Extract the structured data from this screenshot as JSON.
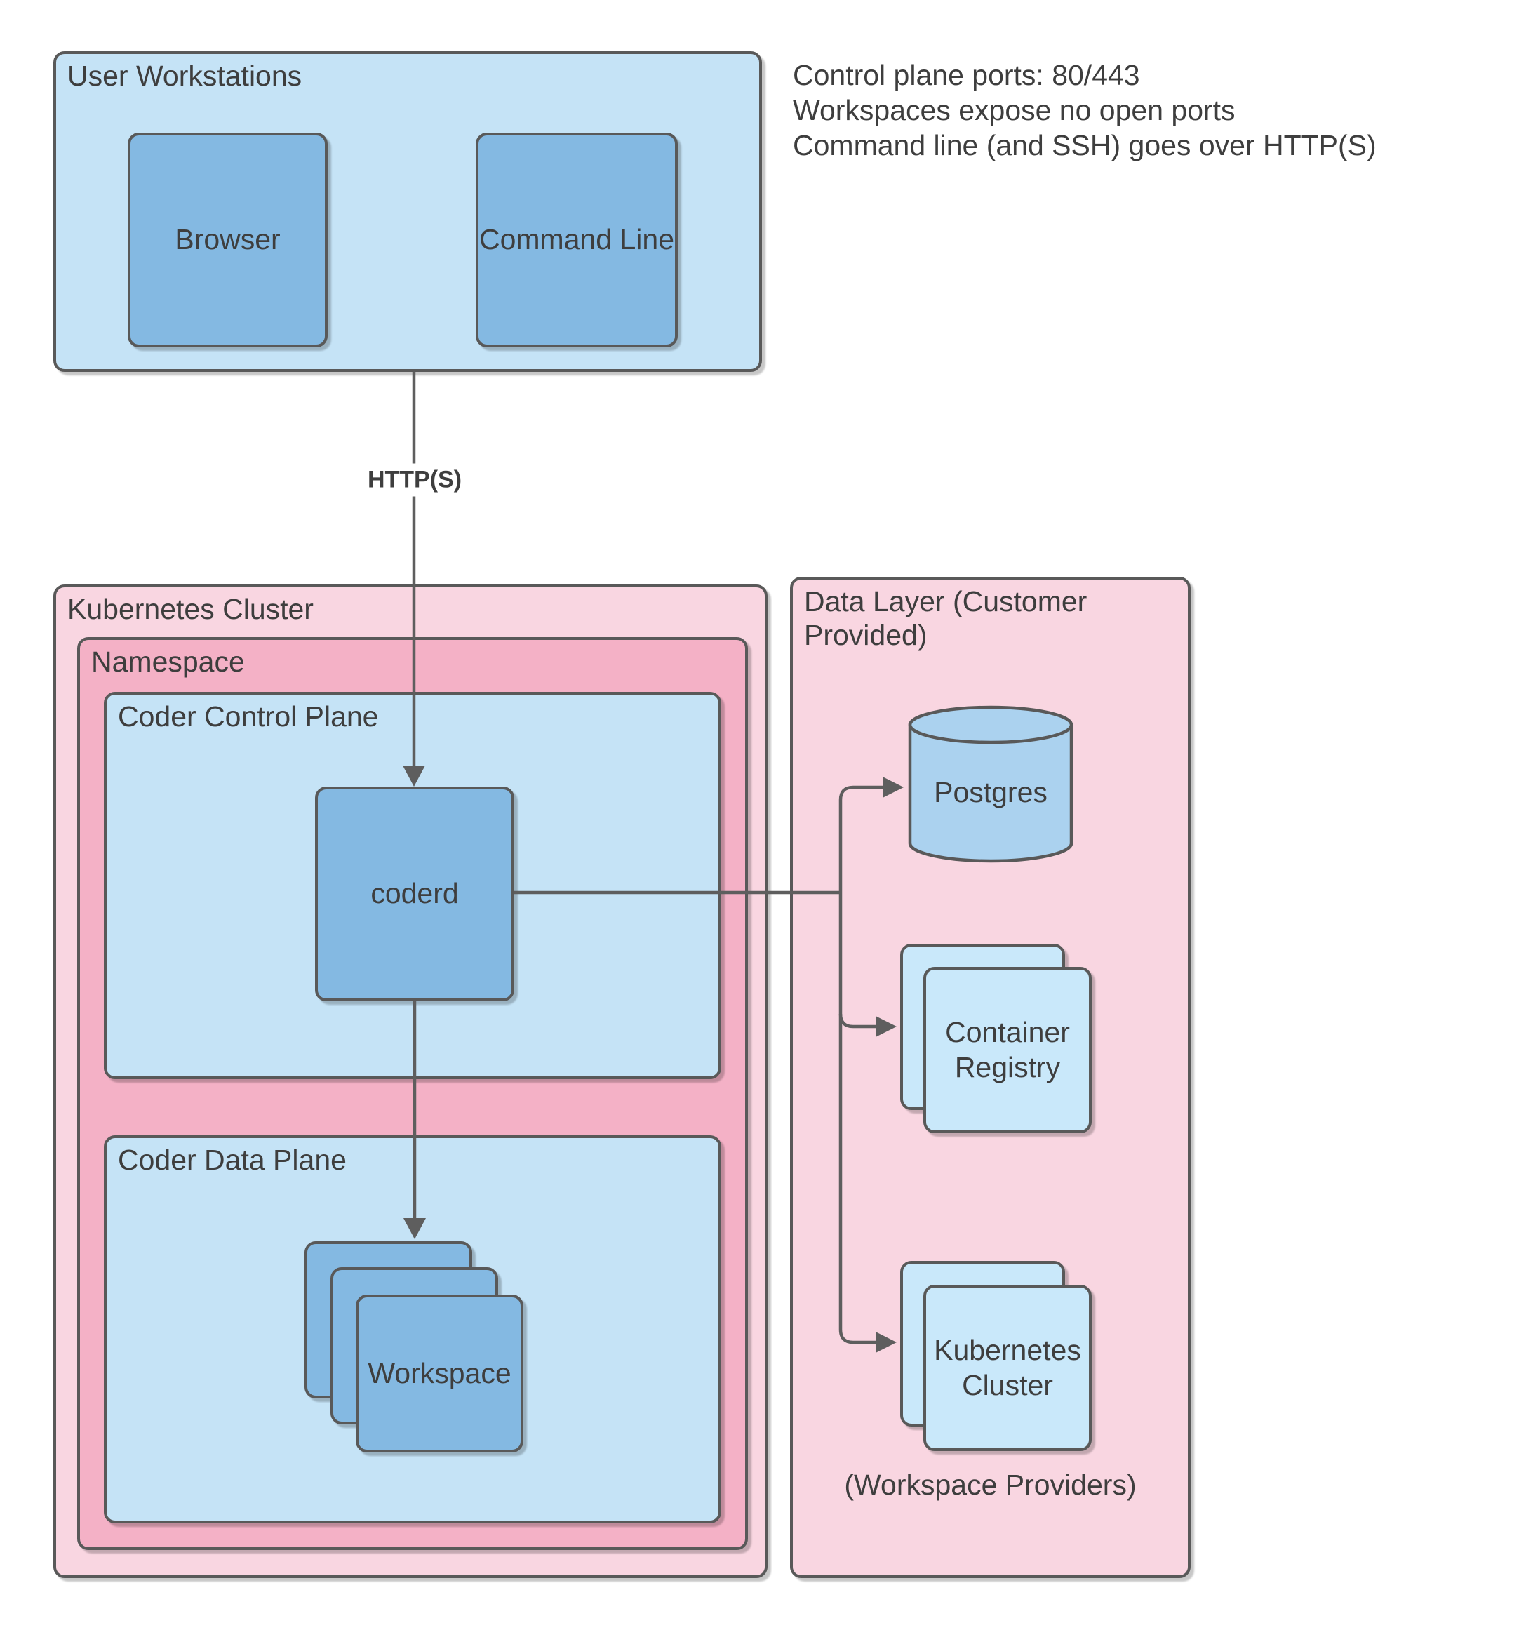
{
  "annotation": {
    "lines": [
      "Control plane ports: 80/443",
      "Workspaces expose no open ports",
      "Command line (and SSH) goes over HTTP(S)"
    ]
  },
  "edge_labels": {
    "https": "HTTP(S)"
  },
  "groups": {
    "user_workstations": {
      "label": "User Workstations"
    },
    "kubernetes_cluster": {
      "label": "Kubernetes Cluster"
    },
    "namespace": {
      "label": "Namespace"
    },
    "coder_control_plane": {
      "label": "Coder Control Plane"
    },
    "coder_data_plane": {
      "label": "Coder Data Plane"
    },
    "data_layer": {
      "label": "Data Layer (Customer Provided)"
    }
  },
  "nodes": {
    "browser": {
      "label": "Browser"
    },
    "command_line": {
      "label": "Command Line"
    },
    "coderd": {
      "label": "coderd"
    },
    "workspace": {
      "label": "Workspace"
    },
    "postgres": {
      "label": "Postgres"
    },
    "container_registry": {
      "label": "Container Registry"
    },
    "kubernetes_cluster_provider": {
      "label": "Kubernetes Cluster"
    }
  },
  "captions": {
    "workspace_providers": "(Workspace Providers)"
  },
  "colors": {
    "group_blue_fill": "#c5e3f6",
    "node_blue_fill": "#84b9e2",
    "cylinder_blue_fill": "#abd2ef",
    "stack_blue_fill": "#c9e8fa",
    "group_pink_fill": "#f9d6e1",
    "namespace_pink_fill": "#f4b1c6",
    "border_gray": "#595959",
    "connector_gray": "#5e5e5e",
    "text_gray": "#3e3e3e"
  }
}
